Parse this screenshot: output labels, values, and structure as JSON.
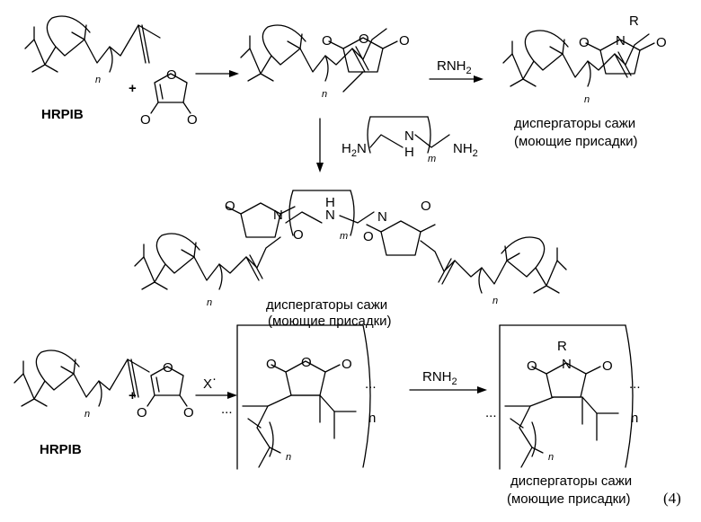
{
  "labels": {
    "hrpib": "HRPIB",
    "plus": "+",
    "rnh2": "RNH",
    "sub2": "2",
    "amine_h": "H",
    "amine_n": "N",
    "amine_nh": "NH",
    "radical": "X",
    "radical_dot": "·",
    "dispersant": "диспергаторы сажи",
    "detergent": "(моющие присадки)",
    "equation_number": "(4)"
  },
  "atoms": {
    "O": "O",
    "N": "N",
    "R": "R",
    "dots": "...",
    "n": "n",
    "m": "m"
  }
}
